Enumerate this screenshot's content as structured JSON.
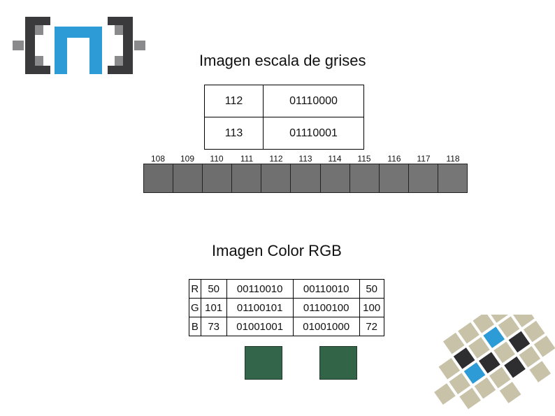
{
  "slide": {
    "title_gray": "Imagen escala de grises",
    "title_rgb": "Imagen Color RGB"
  },
  "gray_table": {
    "rows": [
      {
        "value": "112",
        "binary": "01110000"
      },
      {
        "value": "113",
        "binary": "01110001"
      }
    ]
  },
  "gray_scale": {
    "labels": [
      "108",
      "109",
      "110",
      "111",
      "112",
      "113",
      "114",
      "115",
      "116",
      "117",
      "118"
    ],
    "swatch_colors": [
      "#6c6c6c",
      "#6d6d6d",
      "#6e6e6e",
      "#6f6f6f",
      "#707070",
      "#717171",
      "#727272",
      "#737373",
      "#747474",
      "#757575",
      "#767676"
    ]
  },
  "rgb_table": {
    "rows": [
      {
        "channel": "R",
        "v1": "50",
        "b1": "00110010",
        "b2": "00110010",
        "v2": "50"
      },
      {
        "channel": "G",
        "v1": "101",
        "b1": "01100101",
        "b2": "01100100",
        "v2": "100"
      },
      {
        "channel": "B",
        "v1": "73",
        "b1": "01001001",
        "b2": "01001000",
        "v2": "72"
      }
    ]
  },
  "swatches": {
    "left_color": "#326549",
    "right_color": "#326448"
  },
  "colors": {
    "logo_dark": "#3a3a3c",
    "logo_gray": "#8a8a8c",
    "logo_blue": "#2d9bd6",
    "deco_beige": "#c8c3a8",
    "deco_dark": "#2e2e30",
    "deco_blue": "#2d9bd6"
  }
}
